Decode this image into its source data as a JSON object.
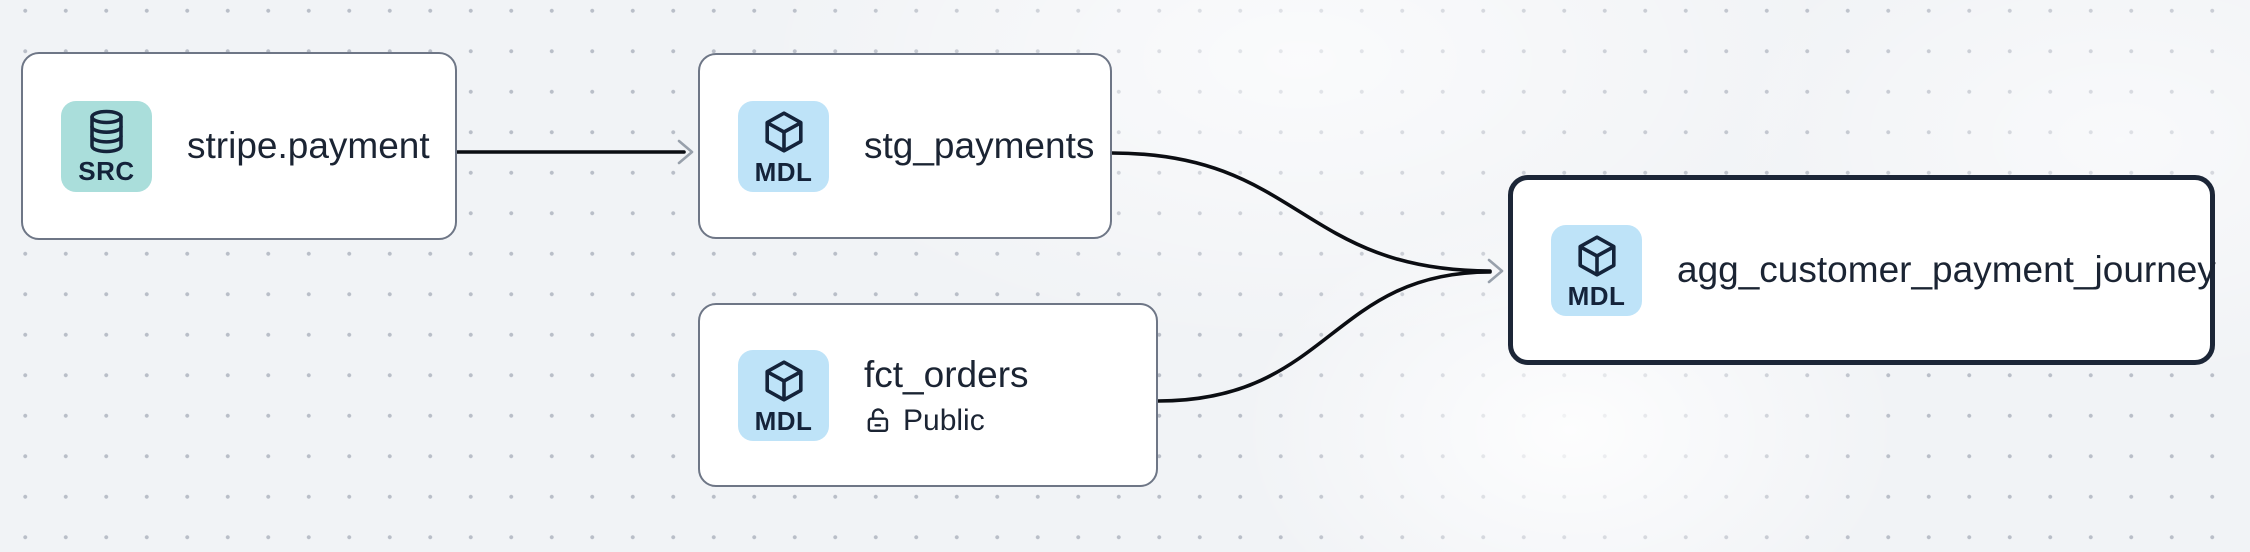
{
  "canvas": {
    "type": "lineage-graph",
    "background_color": "#f1f3f6",
    "dot_color": "#b9bec8",
    "node_border_color": "#6e7686",
    "selected_border_color": "#1c2637",
    "edge_color": "#0b0d12",
    "arrowhead_color": "#98a0ab",
    "src_badge_color": "#aadedb",
    "mdl_badge_color": "#bee3f8",
    "text_color": "#1b2433"
  },
  "nodes": [
    {
      "label": "stripe.payment",
      "badge": "SRC",
      "icon": "database-icon",
      "selected": false
    },
    {
      "label": "stg_payments",
      "badge": "MDL",
      "icon": "cube-icon",
      "selected": false
    },
    {
      "label": "fct_orders",
      "badge": "MDL",
      "icon": "cube-icon",
      "access": "Public",
      "access_icon": "unlock-icon",
      "selected": false
    },
    {
      "label": "agg_customer_payment_journey",
      "badge": "MDL",
      "icon": "cube-icon",
      "selected": true
    }
  ],
  "edges": [
    {
      "from": "stripe.payment",
      "to": "stg_payments"
    },
    {
      "from": "stg_payments",
      "to": "agg_customer_payment_journey"
    },
    {
      "from": "fct_orders",
      "to": "agg_customer_payment_journey"
    }
  ]
}
